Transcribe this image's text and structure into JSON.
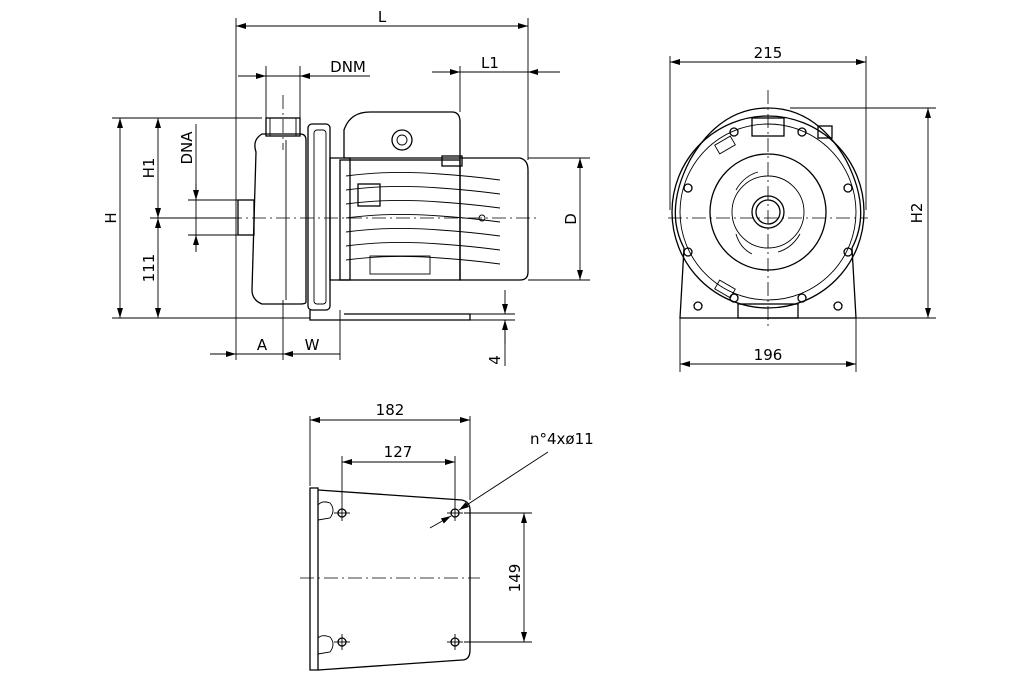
{
  "side_view": {
    "dim_L": "L",
    "dim_DNM": "DNM",
    "dim_L1": "L1",
    "dim_DNA": "DNA",
    "dim_H1": "H1",
    "dim_H": "H",
    "dim_111": "111",
    "dim_D": "D",
    "dim_A": "A",
    "dim_W": "W",
    "dim_4": "4"
  },
  "front_view": {
    "dim_width_top": "215",
    "dim_width_bottom": "196",
    "dim_H2": "H2"
  },
  "base_view": {
    "dim_182": "182",
    "dim_127": "127",
    "dim_149": "149",
    "holes_note": "n°4xø11"
  }
}
